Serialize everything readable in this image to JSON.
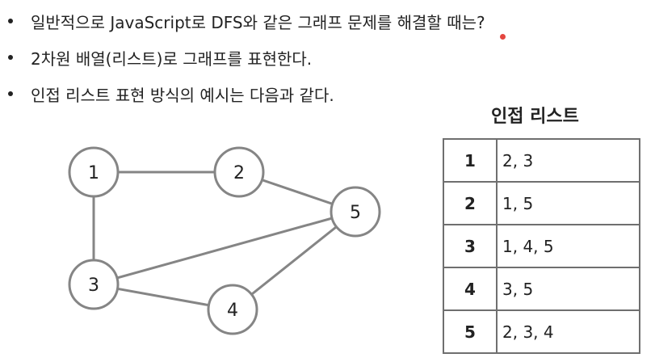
{
  "bullets": [
    "일반적으로 JavaScript로 DFS와 같은 그래프 문제를 해결할 때는?",
    "2차원 배열(리스트)로 그래프를 표현한다.",
    "인접 리스트 표현 방식의 예시는 다음과 같다."
  ],
  "graph": {
    "nodes": [
      {
        "id": "1",
        "label": "1"
      },
      {
        "id": "2",
        "label": "2"
      },
      {
        "id": "3",
        "label": "3"
      },
      {
        "id": "4",
        "label": "4"
      },
      {
        "id": "5",
        "label": "5"
      }
    ],
    "edges": [
      [
        "1",
        "2"
      ],
      [
        "1",
        "3"
      ],
      [
        "2",
        "5"
      ],
      [
        "3",
        "5"
      ],
      [
        "3",
        "4"
      ],
      [
        "4",
        "5"
      ]
    ]
  },
  "table": {
    "title": "인접 리스트",
    "rows": [
      {
        "node": "1",
        "list": "2, 3"
      },
      {
        "node": "2",
        "list": "1, 5"
      },
      {
        "node": "3",
        "list": "1, 4, 5"
      },
      {
        "node": "4",
        "list": "3, 5"
      },
      {
        "node": "5",
        "list": "2, 3, 4"
      }
    ]
  },
  "colors": {
    "line": "#858585",
    "table_border": "#6f6f6f",
    "text": "#222222",
    "annotation_dot": "#e4463f"
  }
}
